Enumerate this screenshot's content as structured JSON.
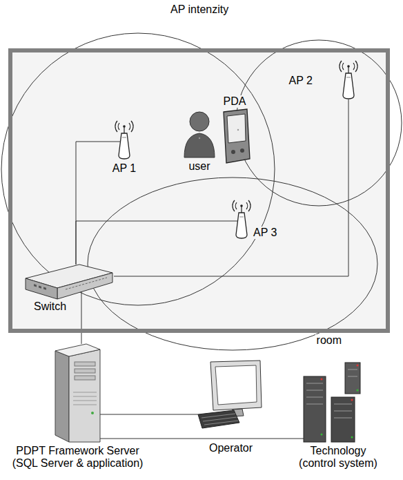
{
  "diagram": {
    "nodes": [
      {
        "text": [
          "room"
        ]
      },
      {
        "text": [
          "AP 2"
        ],
        "in": 0
      },
      {
        "text": [
          "PDA"
        ],
        "in": 0
      },
      {
        "text": [
          "AP 1"
        ],
        "in": 0
      },
      {
        "text": [
          "user"
        ],
        "in": 0
      },
      {
        "text": [
          "AP 3"
        ],
        "in": 0
      },
      {
        "text": [
          "Switch"
        ],
        "in": 0
      },
      {
        "text": [
          "PDPT Framework Server (SQL Server & application)"
        ]
      },
      {
        "text": [
          "Operator"
        ]
      },
      {
        "text": [
          "Technology (control system)"
        ]
      }
    ],
    "edges": [
      {
        "from": 3,
        "to": 6,
        "arrow": "none"
      },
      {
        "from": 5,
        "to": 6,
        "arrow": "none"
      },
      {
        "from": 1,
        "to": 6,
        "arrow": "none"
      },
      {
        "from": 6,
        "to": 7,
        "arrow": "none"
      },
      {
        "from": 7,
        "to": 8,
        "arrow": "none"
      },
      {
        "from": 7,
        "to": 9,
        "arrow": "none"
      }
    ],
    "labels": [
      "AP intenzity"
    ]
  }
}
